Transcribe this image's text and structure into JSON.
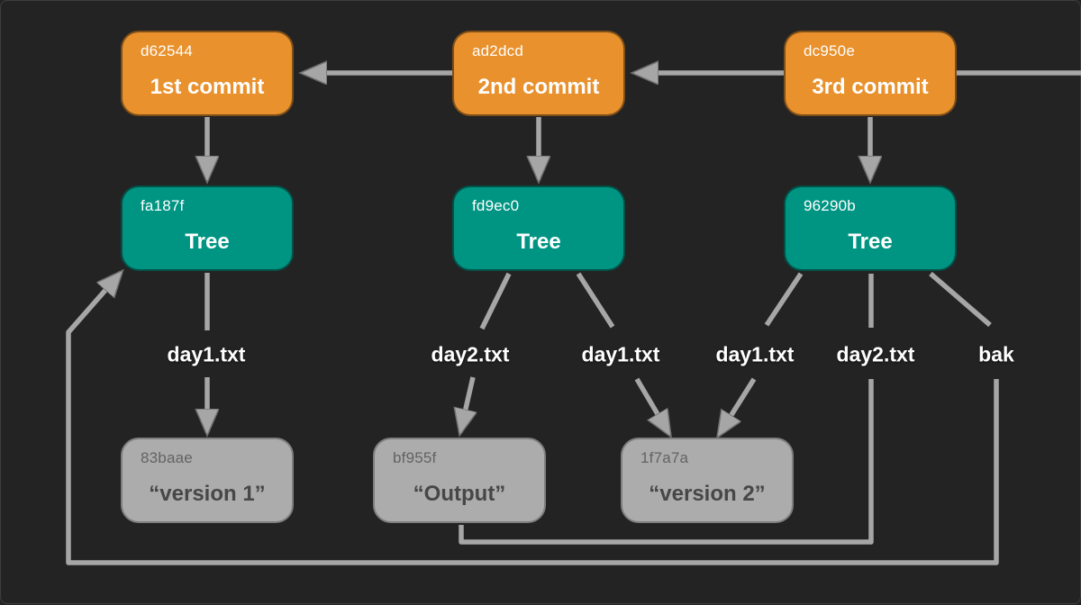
{
  "colors": {
    "background": "#232323",
    "commit_fill": "#E8912D",
    "tree_fill": "#009583",
    "blob_fill": "#ACACAC",
    "blob_text": "#474747",
    "arrow": "#A6A6A6",
    "node_text": "#FFFFFF"
  },
  "commits": [
    {
      "hash": "d62544",
      "label": "1st commit"
    },
    {
      "hash": "ad2dcd",
      "label": "2nd commit"
    },
    {
      "hash": "dc950e",
      "label": "3rd commit"
    }
  ],
  "trees": [
    {
      "hash": "fa187f",
      "label": "Tree"
    },
    {
      "hash": "fd9ec0",
      "label": "Tree"
    },
    {
      "hash": "96290b",
      "label": "Tree"
    }
  ],
  "blobs": [
    {
      "hash": "83baae",
      "label": "“version 1”"
    },
    {
      "hash": "bf955f",
      "label": "“Output”"
    },
    {
      "hash": "1f7a7a",
      "label": "“version 2”"
    }
  ],
  "file_labels": [
    {
      "tree": "fa187f",
      "text": "day1.txt",
      "target": "83baae"
    },
    {
      "tree": "fd9ec0",
      "text": "day2.txt",
      "target": "bf955f"
    },
    {
      "tree": "fd9ec0",
      "text": "day1.txt",
      "target": "1f7a7a"
    },
    {
      "tree": "96290b",
      "text": "day1.txt",
      "target": "1f7a7a"
    },
    {
      "tree": "96290b",
      "text": "day2.txt",
      "target": "bf955f"
    },
    {
      "tree": "96290b",
      "text": "bak",
      "target": "fa187f"
    }
  ],
  "commit_edges": [
    {
      "from": "dc950e",
      "to": "ad2dcd"
    },
    {
      "from": "ad2dcd",
      "to": "d62544"
    },
    {
      "from": "d62544",
      "to": "fa187f"
    },
    {
      "from": "ad2dcd",
      "to": "fd9ec0"
    },
    {
      "from": "dc950e",
      "to": "96290b"
    }
  ]
}
